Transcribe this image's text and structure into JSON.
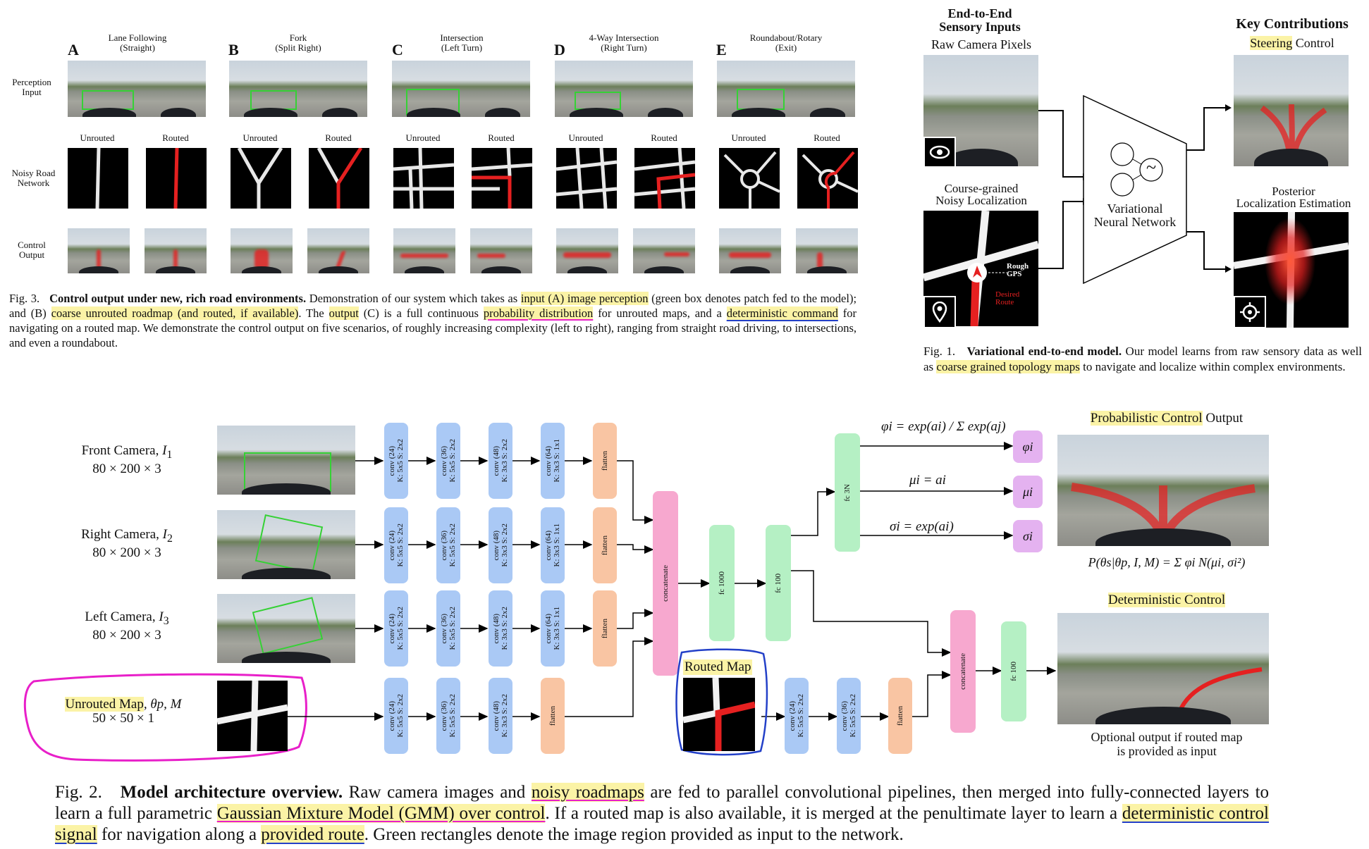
{
  "fig3": {
    "scenarios": [
      {
        "letter": "A",
        "title": "Lane Following",
        "subtitle": "(Straight)"
      },
      {
        "letter": "B",
        "title": "Fork",
        "subtitle": "(Split Right)"
      },
      {
        "letter": "C",
        "title": "Intersection",
        "subtitle": "(Left Turn)"
      },
      {
        "letter": "D",
        "title": "4-Way Intersection",
        "subtitle": "(Right Turn)"
      },
      {
        "letter": "E",
        "title": "Roundabout/Rotary",
        "subtitle": "(Exit)"
      }
    ],
    "row_labels": {
      "perception": "Perception\nInput",
      "noisy": "Noisy Road\nNetwork",
      "control": "Control\nOutput"
    },
    "unrouted": "Unrouted",
    "routed": "Routed",
    "caption": {
      "fig": "Fig. 3.",
      "bold": "Control output under new, rich road environments.",
      "t1": " Demonstration of our system which takes as ",
      "h1": "input (A) image perception",
      "t2": " (green box denotes patch fed to the model); and (B) ",
      "h2": "coarse unrouted roadmap (and routed, if available)",
      "t3": ". The ",
      "h3": "output",
      "t4": " (C) is a full continuous ",
      "h4": "probability distribution",
      "t5": " for unrouted maps, and a ",
      "h5": "deterministic command",
      "t6": " for navigating on a routed map. We demonstrate the control output on five scenarios, of roughly increasing complexity (left to right), ranging from straight road driving, to intersections, and even a roundabout."
    }
  },
  "fig1": {
    "heading_left": "End-to-End\nSensory Inputs",
    "heading_right": "Key Contributions",
    "raw_camera": "Raw Camera Pixels",
    "steering_hl": "Steering",
    "steering_rest": " Control",
    "coarse_loc": "Course-grained\nNoisy Localization",
    "posterior": "Posterior\nLocalization Estimation",
    "network": "Variational\nNeural Network",
    "rough_gps": "Rough\nGPS",
    "desired_route": "Desired\nRoute",
    "tilde": "~",
    "caption": {
      "fig": "Fig. 1.",
      "bold": "Variational end-to-end model.",
      "t1": " Our model learns from raw sensory data as well as ",
      "h1": "coarse grained topology maps",
      "t2": " to navigate and localize within complex environments."
    }
  },
  "fig2": {
    "inputs": [
      {
        "name": "Front Camera, ",
        "sym": "I",
        "sub": "1",
        "dims": "80 × 200 × 3"
      },
      {
        "name": "Right Camera, ",
        "sym": "I",
        "sub": "2",
        "dims": "80 × 200 × 3"
      },
      {
        "name": "Left Camera, ",
        "sym": "I",
        "sub": "3",
        "dims": "80 × 200 × 3"
      }
    ],
    "map_input": {
      "hl": "Unrouted Map",
      "rest": ", θp, M",
      "dims": "50 × 50 × 1"
    },
    "routed_map": "Routed Map",
    "conv_labels": [
      "conv (24)\nK: 5x5 S: 2x2",
      "conv (36)\nK: 5x5 S: 2x2",
      "conv (48)\nK: 3x3 S: 2x2",
      "conv (64)\nK: 3x3 S: 1x1"
    ],
    "flatten": "flatten",
    "concatenate": "concatenate",
    "fc1000": "fc 1000",
    "fc100": "fc 100",
    "fc3n": "fc 3N",
    "phi_eq": "φi = exp(ai) / Σ exp(aj)",
    "mu_eq": "μi = ai",
    "sigma_eq": "σi = exp(ai)",
    "phi": "φi",
    "mu": "μi",
    "sigma": "σi",
    "prob_out_hl": "Probabilistic Control",
    "prob_out_rest": " Output",
    "gmm_eq": "P(θs|θp, I, M) = Σ φi N(μi, σi²)",
    "det_ctrl": "Deterministic Control",
    "optional": "Optional output if routed map\nis provided as input",
    "caption": {
      "fig": "Fig. 2.",
      "bold": "Model architecture overview.",
      "t1": " Raw camera images and ",
      "h1": "noisy roadmaps",
      "t2": " are fed to parallel convolutional pipelines, then merged into fully-connected layers to learn a full parametric ",
      "h2": "Gaussian Mixture Model (GMM) over control",
      "t3": ". If a routed map is also available, it is merged at the penultimate layer to learn a ",
      "h3": "deterministic control signal",
      "t4": " for navigation along a ",
      "h4": "provided route",
      "t5": ". Green rectangles denote the image region provided as input to the network."
    }
  },
  "colors": {
    "highlight": "#fbf3a6",
    "annotation_pink": "#e81fc9",
    "annotation_blue": "#2340c8",
    "route_red": "#e52020",
    "conv": "#aac9f5",
    "flatten": "#f9c5a3",
    "concat": "#f7a8cf",
    "fc": "#b5f0c4",
    "output": "#e4b2f0"
  }
}
